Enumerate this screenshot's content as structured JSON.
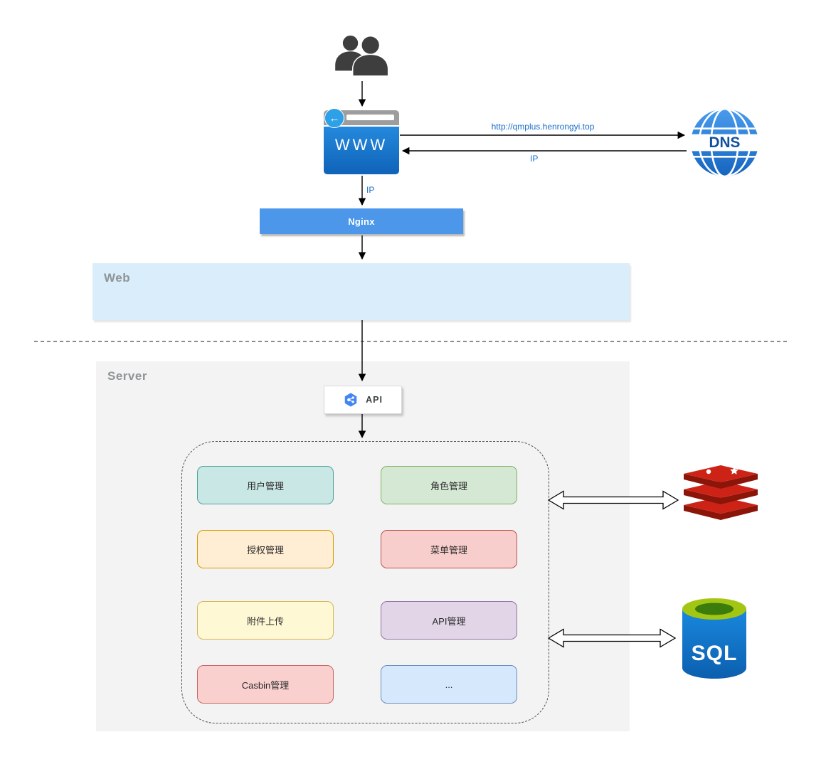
{
  "labels": {
    "url": "http://qmplus.henrongyi.top",
    "ip_dns": "IP",
    "ip_nginx": "IP",
    "web_zone": "Web",
    "server_zone": "Server"
  },
  "nodes": {
    "browser": {
      "text": "WWW"
    },
    "nginx": {
      "text": "Nginx"
    },
    "dns": {
      "text": "DNS"
    },
    "api": {
      "text": "API"
    },
    "sql": {
      "text": "SQL"
    }
  },
  "modules": [
    {
      "label": "用户管理",
      "fill": "#c9e7e5",
      "border": "#4fa39b"
    },
    {
      "label": "角色管理",
      "fill": "#d5e8d4",
      "border": "#82b366"
    },
    {
      "label": "授权管理",
      "fill": "#ffeed4",
      "border": "#d79b00"
    },
    {
      "label": "菜单管理",
      "fill": "#f8cecc",
      "border": "#b85450"
    },
    {
      "label": "附件上传",
      "fill": "#fff8d4",
      "border": "#d6b656"
    },
    {
      "label": "API管理",
      "fill": "#e1d5e7",
      "border": "#9673a6"
    },
    {
      "label": "Casbin管理",
      "fill": "#f9d0ce",
      "border": "#c86864"
    },
    {
      "label": "...",
      "fill": "#d6e8fb",
      "border": "#6c8ebf"
    }
  ],
  "icons": {
    "users": "two-people-silhouette",
    "browser_back": "left-arrow-circle",
    "dns": "globe",
    "api": "hexagon-nodes",
    "redis": "stacked-disks-red",
    "sql": "database-cylinder"
  },
  "colors": {
    "link_blue": "#1a6fc8",
    "nginx_blue": "#4c97e9",
    "web_zone_bg": "#d9edfb",
    "server_zone_bg": "#f2f3f2",
    "browser_blue": "#1173cd",
    "dns_blue": "#2a7cd8",
    "redis_red": "#cd2317",
    "sql_body_blue": "#0f6cc0",
    "sql_top_green": "#a3c613",
    "api_hex_blue": "#4285f4"
  }
}
